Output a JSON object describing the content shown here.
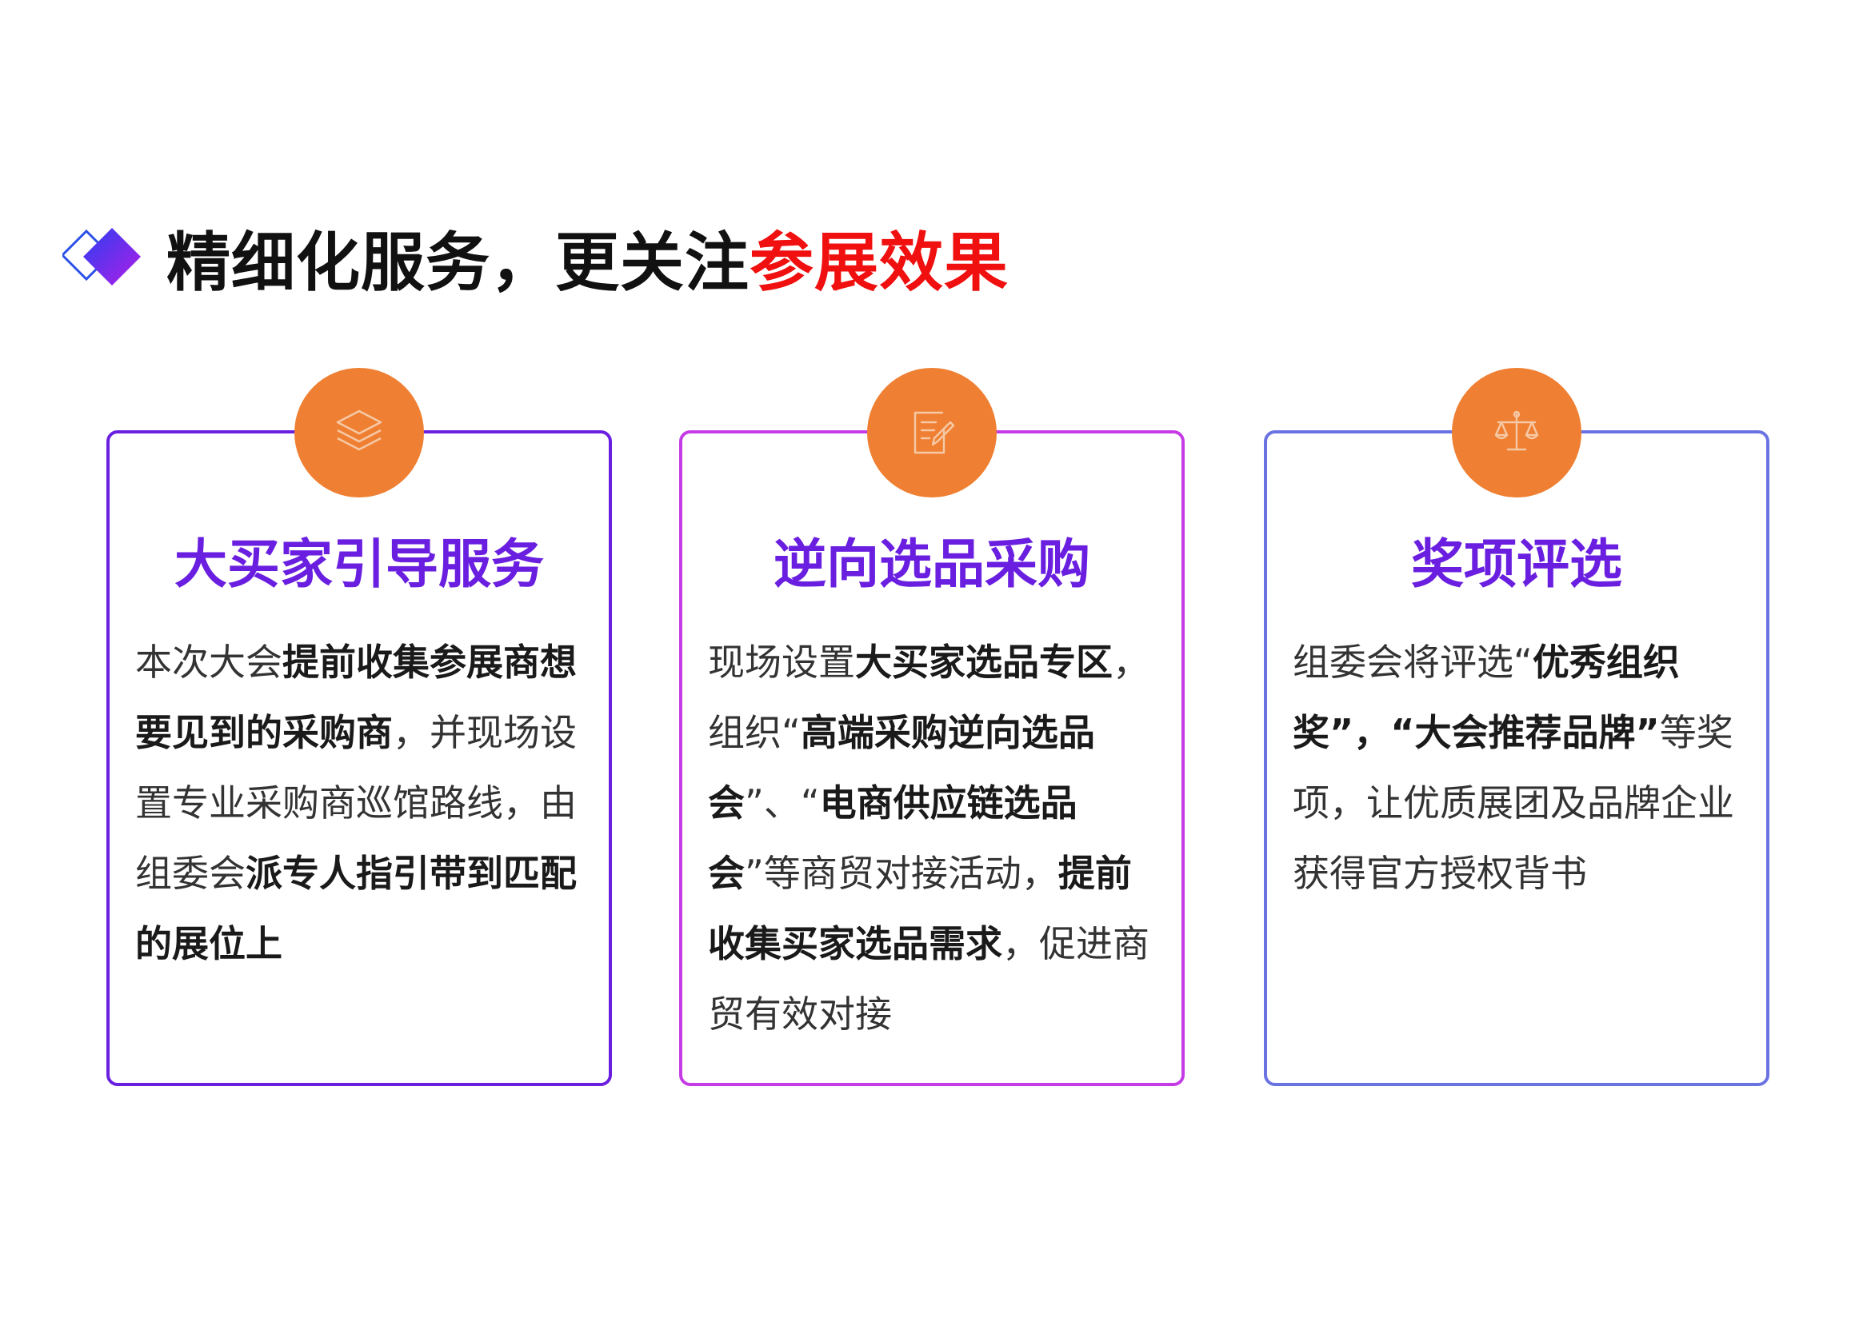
{
  "heading": {
    "title_main": "精细化服务，更关注",
    "title_accent": "参展效果",
    "accent_color": "#f01010",
    "icon": "diamond-icon"
  },
  "colors": {
    "orange_disc": "#ef8033",
    "purple_title": "#6a1fe0",
    "card1_border": "#6a1fe0",
    "card2_border": "#c53ce6",
    "card3_border": "#6b73e2"
  },
  "cards": [
    {
      "icon": "layers-icon",
      "title": "大买家引导服务",
      "segments": [
        {
          "text": "本次大会",
          "bold": false
        },
        {
          "text": "提前收集参展商想要见到的采购商",
          "bold": true
        },
        {
          "text": "，并现场设置专业采购商巡馆路线，由组委会",
          "bold": false
        },
        {
          "text": "派专人指引带到匹配的展位上",
          "bold": true
        }
      ]
    },
    {
      "icon": "document-edit-icon",
      "title": "逆向选品采购",
      "segments": [
        {
          "text": "现场设置",
          "bold": false
        },
        {
          "text": "大买家选品专区",
          "bold": true
        },
        {
          "text": "，组织“",
          "bold": false
        },
        {
          "text": "高端采购逆向选品会",
          "bold": true
        },
        {
          "text": "”、“",
          "bold": false
        },
        {
          "text": "电商供应链选品会",
          "bold": true
        },
        {
          "text": "”等商贸对接活动，",
          "bold": false
        },
        {
          "text": "提前收集买家选品需求",
          "bold": true
        },
        {
          "text": "，促进商贸有效对接",
          "bold": false
        }
      ]
    },
    {
      "icon": "balance-scale-icon",
      "title": "奖项评选",
      "segments": [
        {
          "text": "组委会将评选“",
          "bold": false
        },
        {
          "text": "优秀组织奖”，“大会推荐品牌”",
          "bold": true
        },
        {
          "text": "等奖项，让优质展团及品牌企业获得官方授权背书",
          "bold": false
        }
      ]
    }
  ]
}
